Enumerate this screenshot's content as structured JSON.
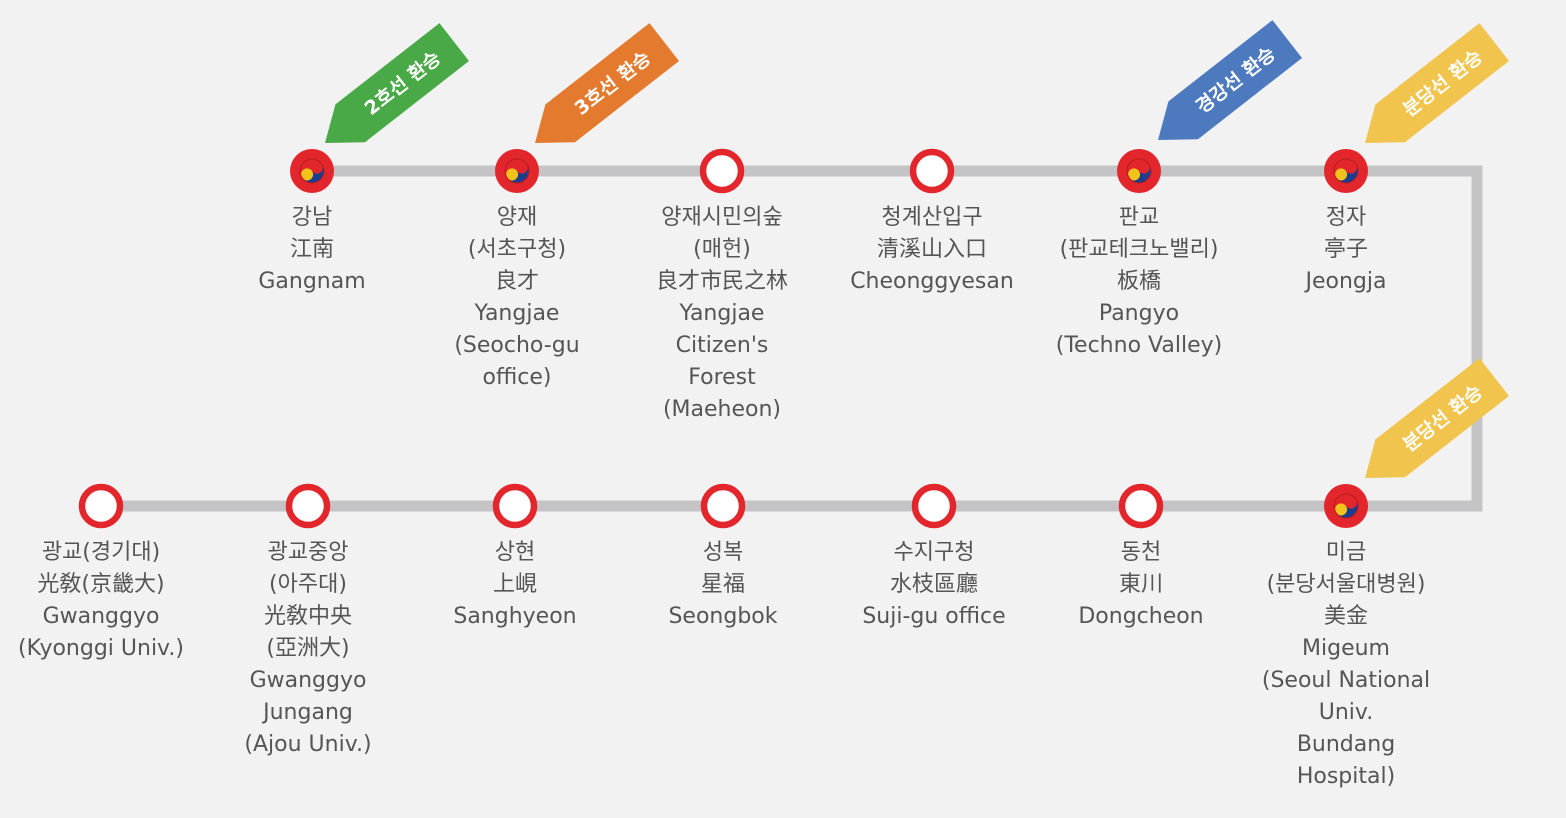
{
  "colors": {
    "line_track": "#c4c4c6",
    "station_ring": "#e3262b",
    "transfer_red": "#e3262b",
    "transfer_blue": "#1d3d8f",
    "transfer_yellow": "#f3c21b",
    "text": "#555555",
    "background": "#f2f2f2"
  },
  "transfer_flags": [
    {
      "label": "2호선 환승",
      "color": "#4aa947"
    },
    {
      "label": "3호선 환승",
      "color": "#e47a2d"
    },
    {
      "label": "경강선 환승",
      "color": "#4d79bf"
    },
    {
      "label": "분당선 환승",
      "color": "#f0c44d"
    },
    {
      "label": "분당선 환승",
      "color": "#f0c44d"
    }
  ],
  "stations": [
    {
      "id": "gangnam",
      "transfer": true,
      "lines": [
        "강남",
        "江南",
        "Gangnam"
      ]
    },
    {
      "id": "yangjae",
      "transfer": true,
      "lines": [
        "양재",
        "(서초구청)",
        "良才",
        "Yangjae",
        "(Seocho-gu",
        "office)"
      ]
    },
    {
      "id": "yangjae-citizens-forest",
      "transfer": false,
      "lines": [
        "양재시민의숲",
        "(매헌)",
        "良才市民之林",
        "Yangjae",
        "Citizen's",
        "Forest",
        "(Maeheon)"
      ]
    },
    {
      "id": "cheonggyesan",
      "transfer": false,
      "lines": [
        "청계산입구",
        "清溪山入口",
        "Cheonggyesan"
      ]
    },
    {
      "id": "pangyo",
      "transfer": true,
      "lines": [
        "판교",
        "(판교테크노밸리)",
        "板橋",
        "Pangyo",
        "(Techno Valley)"
      ]
    },
    {
      "id": "jeongja",
      "transfer": true,
      "lines": [
        "정자",
        "亭子",
        "Jeongja"
      ]
    },
    {
      "id": "migeum",
      "transfer": true,
      "lines": [
        "미금",
        "(분당서울대병원)",
        "美金",
        "Migeum",
        "(Seoul National",
        "Univ.",
        "Bundang",
        "Hospital)"
      ]
    },
    {
      "id": "dongcheon",
      "transfer": false,
      "lines": [
        "동천",
        "東川",
        "Dongcheon"
      ]
    },
    {
      "id": "suji-gu-office",
      "transfer": false,
      "lines": [
        "수지구청",
        "水枝區廳",
        "Suji-gu office"
      ]
    },
    {
      "id": "seongbok",
      "transfer": false,
      "lines": [
        "성복",
        "星福",
        "Seongbok"
      ]
    },
    {
      "id": "sanghyeon",
      "transfer": false,
      "lines": [
        "상현",
        "上峴",
        "Sanghyeon"
      ]
    },
    {
      "id": "gwanggyo-jungang",
      "transfer": false,
      "lines": [
        "광교중앙",
        "(아주대)",
        "光敎中央",
        "(亞洲大)",
        "Gwanggyo",
        "Jungang",
        "(Ajou Univ.)"
      ]
    },
    {
      "id": "gwanggyo",
      "transfer": false,
      "lines": [
        "광교(경기대)",
        "光敎(京畿大)",
        "Gwanggyo",
        "(Kyonggi Univ.)"
      ]
    }
  ]
}
